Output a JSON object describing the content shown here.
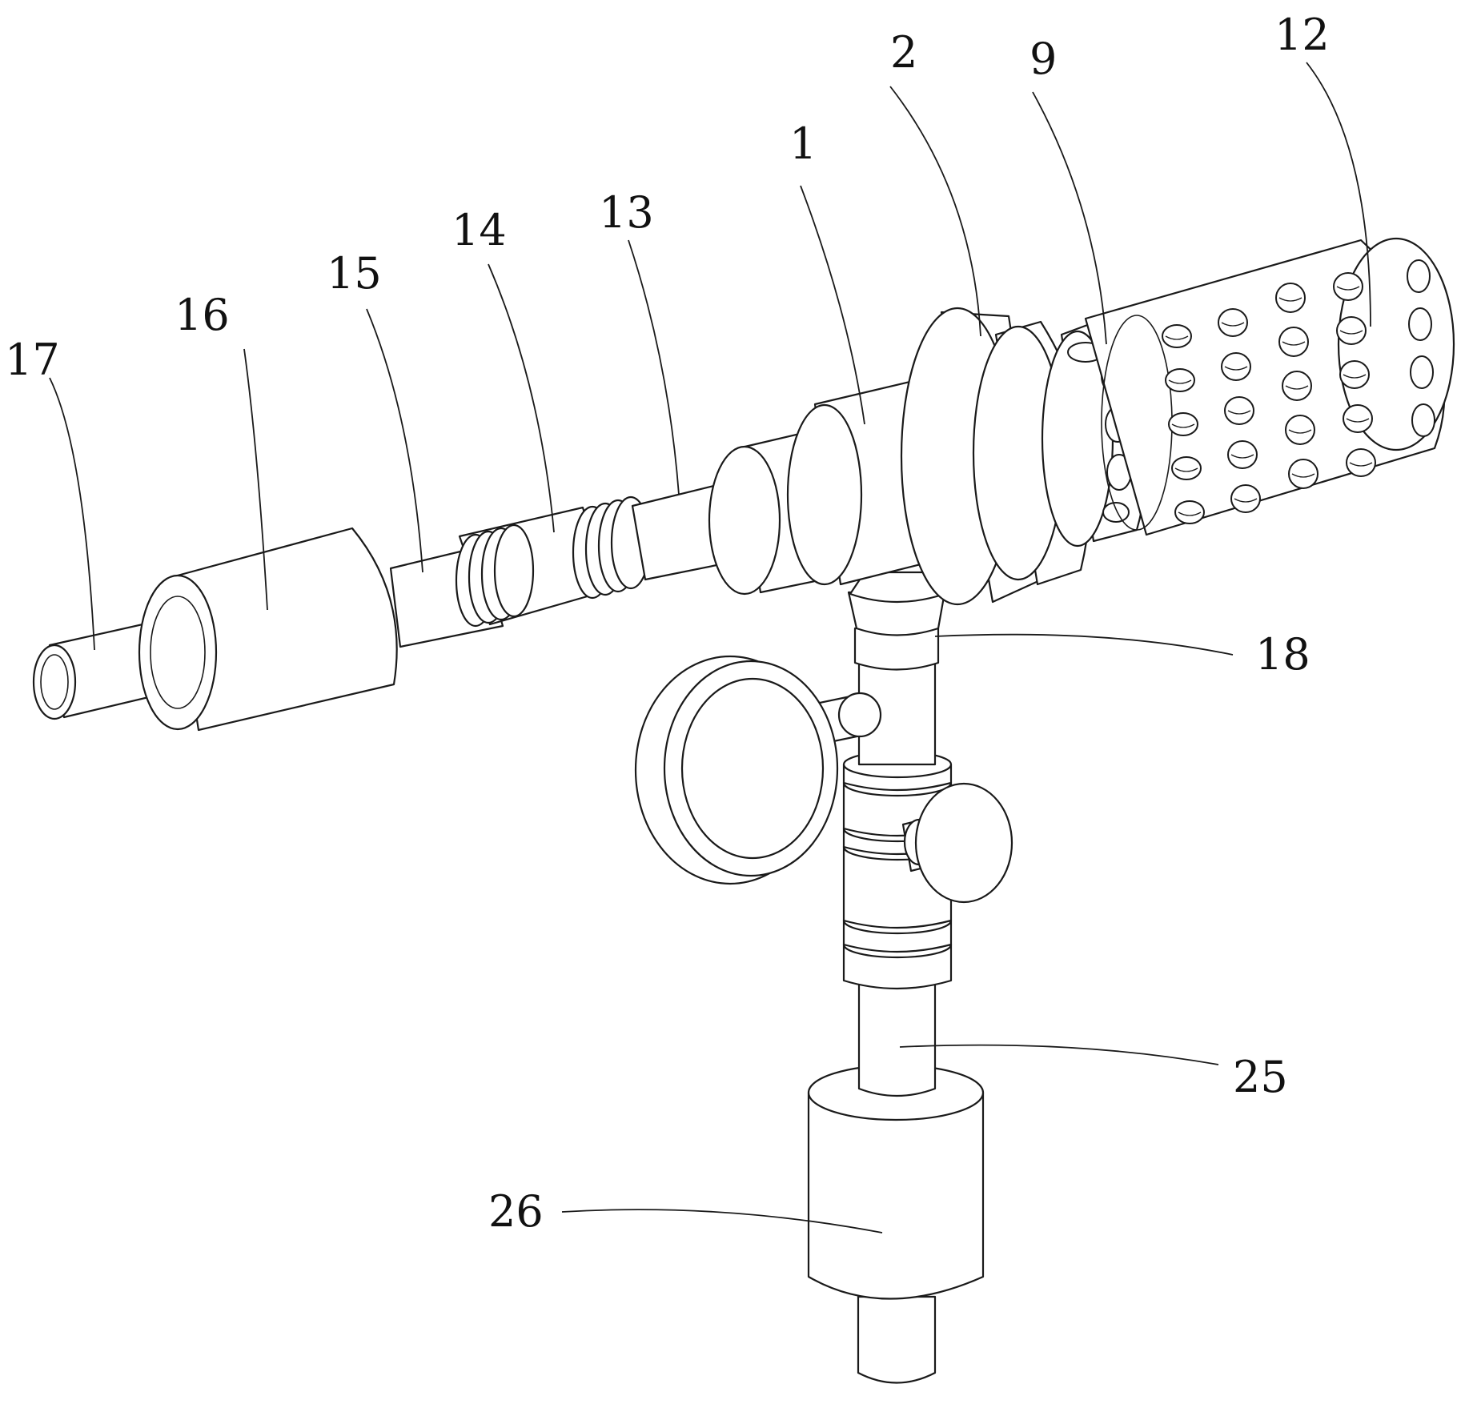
{
  "labels": {
    "l17": "17",
    "l16": "16",
    "l15": "15",
    "l14": "14",
    "l13": "13",
    "l1": "1",
    "l2": "2",
    "l9": "9",
    "l12": "12",
    "l18": "18",
    "l25": "25",
    "l26": "26"
  }
}
